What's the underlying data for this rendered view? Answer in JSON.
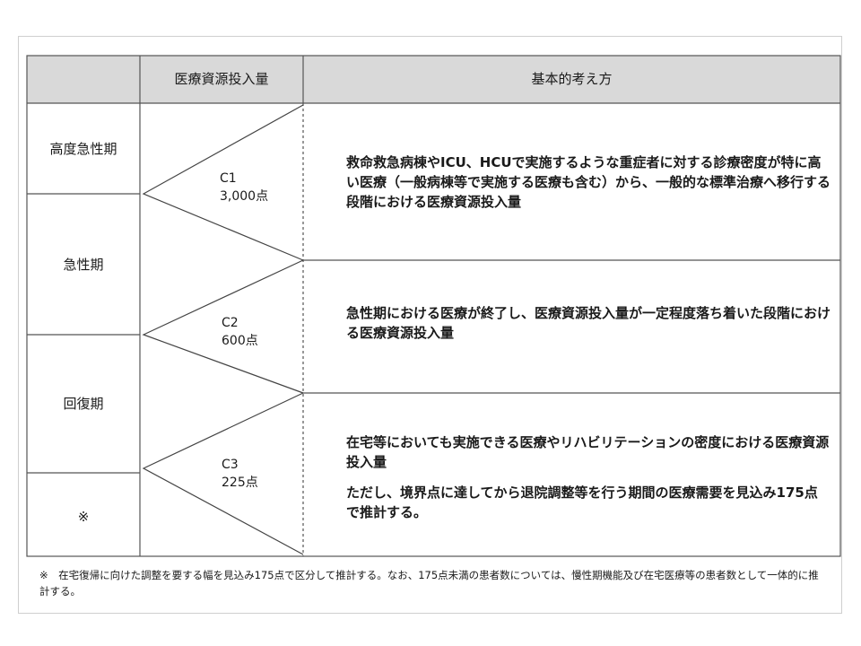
{
  "header": {
    "col_amount": "医療資源投入量",
    "col_concept": "基本的考え方"
  },
  "stages": {
    "high_acute": "高度急性期",
    "acute": "急性期",
    "recovery": "回復期",
    "note_mark": "※"
  },
  "thresholds": [
    {
      "code": "C1",
      "points": "3,000点"
    },
    {
      "code": "C2",
      "points": "600点"
    },
    {
      "code": "C3",
      "points": "225点"
    }
  ],
  "concepts": {
    "c1": "救命救急病棟やICU、HCUで実施するような重症者に対する診療密度が特に高い医療（一般病棟等で実施する医療も含む）から、一般的な標準治療へ移行する段階における医療資源投入量",
    "c2": "急性期における医療が終了し、医療資源投入量が一定程度落ち着いた段階における医療資源投入量",
    "c3_line1": "在宅等においても実施できる医療やリハビリテーションの密度における医療資源投入量",
    "c3_line2": "ただし、境界点に達してから退院調整等を行う期間の医療需要を見込み175点で推計する。"
  },
  "footnote": "※　在宅復帰に向けた調整を要する幅を見込み175点で区分して推計する。なお、175点未満の患者数については、慢性期機能及び在宅医療等の患者数として一体的に推計する。"
}
